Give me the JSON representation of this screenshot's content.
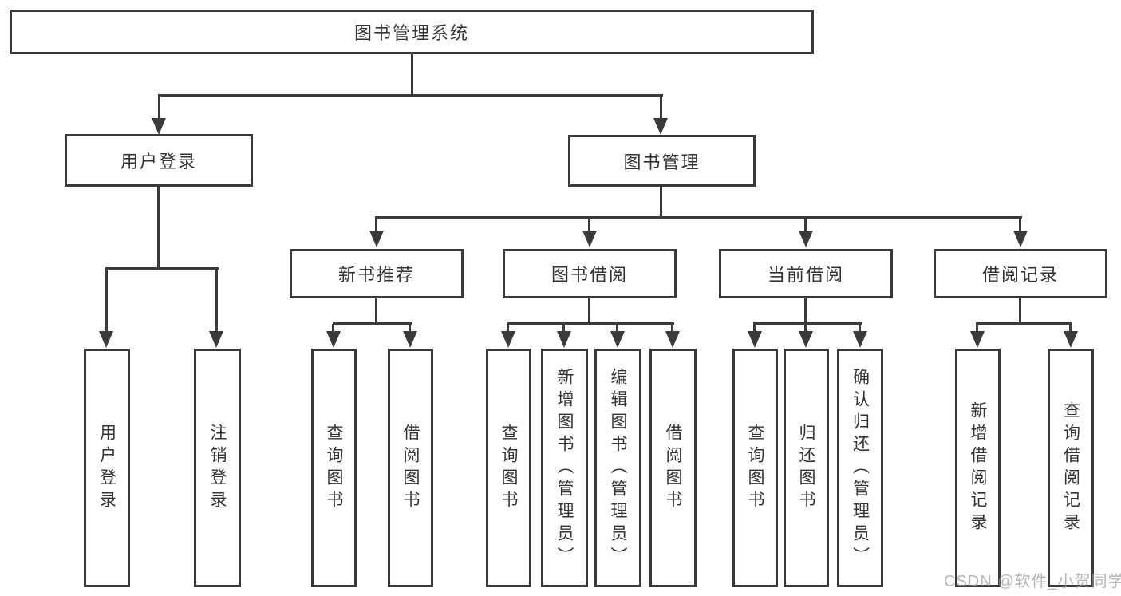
{
  "root": {
    "label": "图书管理系统"
  },
  "level2": [
    {
      "label": "用户登录"
    },
    {
      "label": "图书管理"
    }
  ],
  "level3": [
    {
      "label": "新书推荐"
    },
    {
      "label": "图书借阅"
    },
    {
      "label": "当前借阅"
    },
    {
      "label": "借阅记录"
    }
  ],
  "leaves": {
    "login": [
      "用户登录",
      "注销登录"
    ],
    "newbook": [
      "查询图书",
      "借阅图书"
    ],
    "borrow": [
      "查询图书",
      "新增图书（管理员）",
      "编辑图书（管理员）",
      "借阅图书"
    ],
    "current": [
      "查询图书",
      "归还图书",
      "确认归还（管理员）"
    ],
    "records": [
      "新增借阅记录",
      "查询借阅记录"
    ]
  },
  "watermark": {
    "text": "CSDN @软件_小贺同学"
  },
  "colors": {
    "line": "#3a3a3a",
    "border": "#3a3a3a",
    "text": "#333333",
    "watermark": "#9e9e9e",
    "background": "#ffffff"
  }
}
